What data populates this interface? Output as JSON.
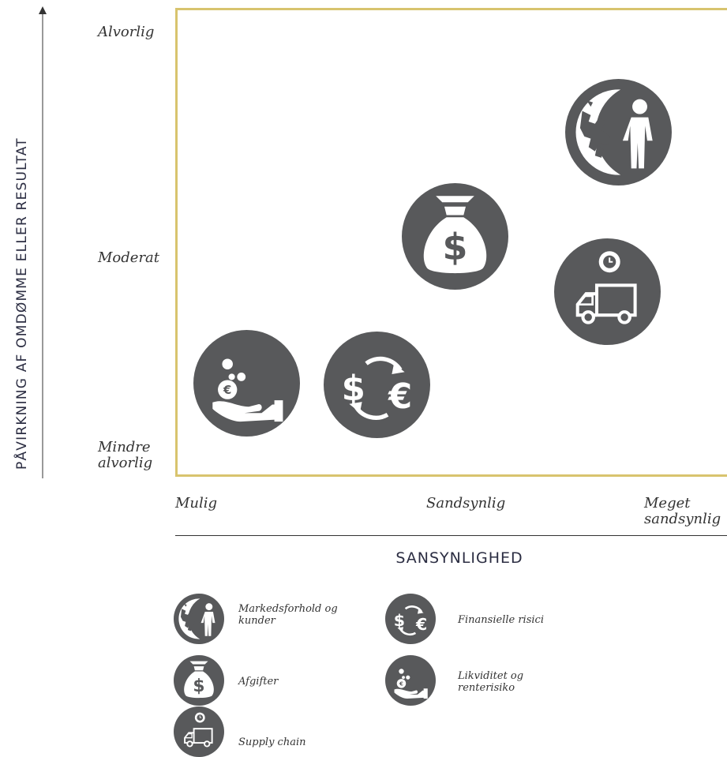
{
  "y_axis": {
    "title": "PÅVIRKNING AF OMDØMME ELLER RESULTAT",
    "levels": [
      "Alvorlig",
      "Moderat",
      "Mindre alvorlig"
    ]
  },
  "x_axis": {
    "title": "SANSYNLIGHED",
    "levels": [
      "Mulig",
      "Sandsynlig",
      "Meget sandsynlig"
    ]
  },
  "risks": [
    {
      "icon": "globe-person-icon",
      "legend": "Markedsforhold og kunder",
      "likelihood": "Meget sandsynlig",
      "impact": "Alvorlig"
    },
    {
      "icon": "money-bag-icon",
      "legend": "Afgifter",
      "likelihood": "Sandsynlig",
      "impact": "Moderat"
    },
    {
      "icon": "truck-clock-icon",
      "legend": "Supply chain",
      "likelihood": "Meget sandsynlig",
      "impact": "Moderat"
    },
    {
      "icon": "currency-exchange-icon",
      "legend": "Finansielle risici",
      "likelihood": "Mulig",
      "impact": "Mindre alvorlig"
    },
    {
      "icon": "hand-coins-icon",
      "legend": "Likviditet og renterisiko",
      "likelihood": "Mulig",
      "impact": "Mindre alvorlig"
    }
  ],
  "colors": {
    "bubble": "#58595b",
    "frame": "#d8c46e",
    "axis_text": "#2b2d42"
  }
}
